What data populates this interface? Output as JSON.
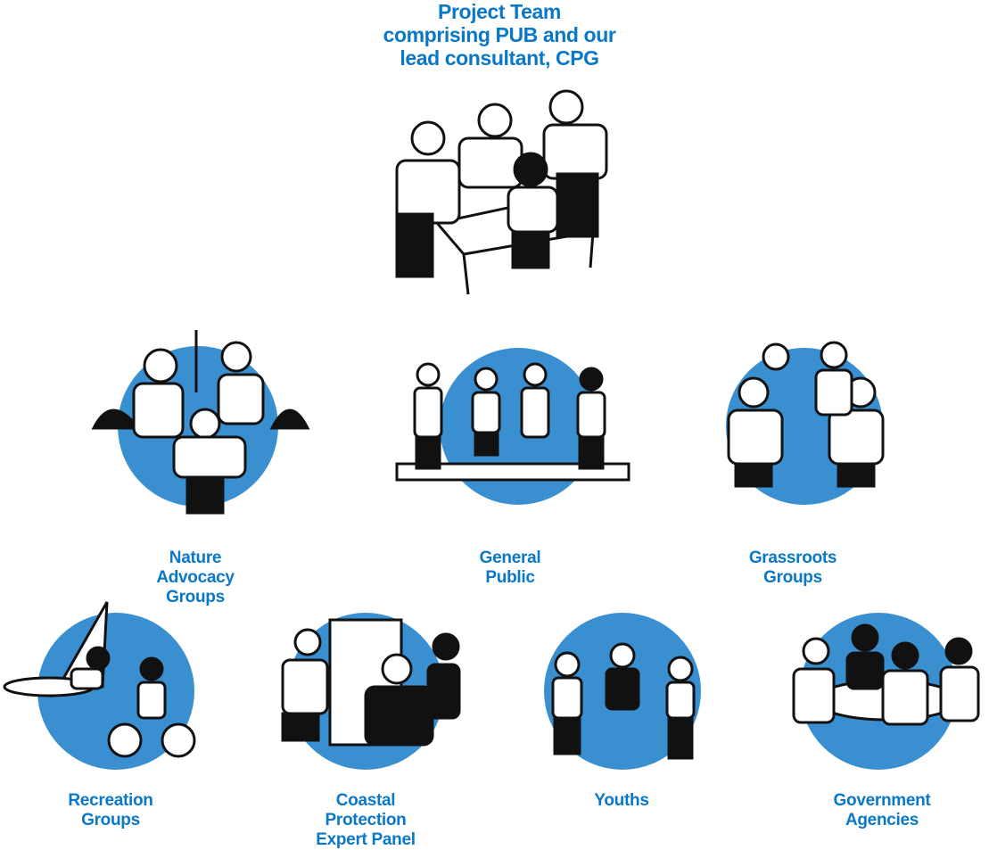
{
  "colors": {
    "text": "#0a78c8",
    "circle": "#3a8fd0",
    "ink": "#111111"
  },
  "project_team": {
    "title_lines": [
      "Project Team",
      "comprising PUB and our",
      "lead consultant, CPG"
    ],
    "icon": "team-meeting-illustration"
  },
  "stakeholders": [
    {
      "label_lines": [
        "Nature",
        "Advocacy",
        "Groups"
      ],
      "icon": "nature-group-illustration"
    },
    {
      "label_lines": [
        "General",
        "Public"
      ],
      "icon": "walking-public-illustration"
    },
    {
      "label_lines": [
        "Grassroots",
        "Groups"
      ],
      "icon": "grassroots-group-illustration"
    },
    {
      "label_lines": [
        "Recreation",
        "Groups"
      ],
      "icon": "windsurf-cycling-illustration"
    },
    {
      "label_lines": [
        "Coastal",
        "Protection",
        "Expert Panel"
      ],
      "icon": "expert-whiteboard-illustration"
    },
    {
      "label_lines": [
        "Youths"
      ],
      "icon": "jumping-youths-illustration"
    },
    {
      "label_lines": [
        "Government",
        "Agencies"
      ],
      "icon": "meeting-table-illustration"
    }
  ]
}
